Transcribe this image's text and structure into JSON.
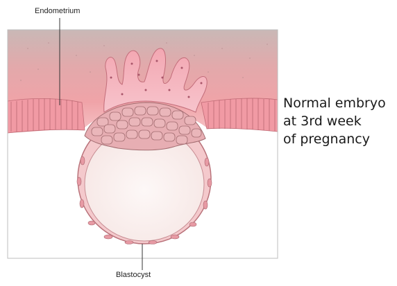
{
  "labels": {
    "endometrium": "Endometrium",
    "blastocyst": "Blastocyst"
  },
  "caption": {
    "line1": "Normal embryo",
    "line2": "at 3rd week",
    "line3": "of pregnancy"
  },
  "colors": {
    "endometrium_top": "#c9b1ad",
    "endometrium_mid": "#eba4a8",
    "endometrium_bottom": "#f6c9cc",
    "epithelium": "#f19aa4",
    "cell_fill": "#e9b3b7",
    "cell_stroke": "#a26c70",
    "blastocyst_cavity": "#fbf3f2",
    "frame": "#bdbdbd"
  }
}
